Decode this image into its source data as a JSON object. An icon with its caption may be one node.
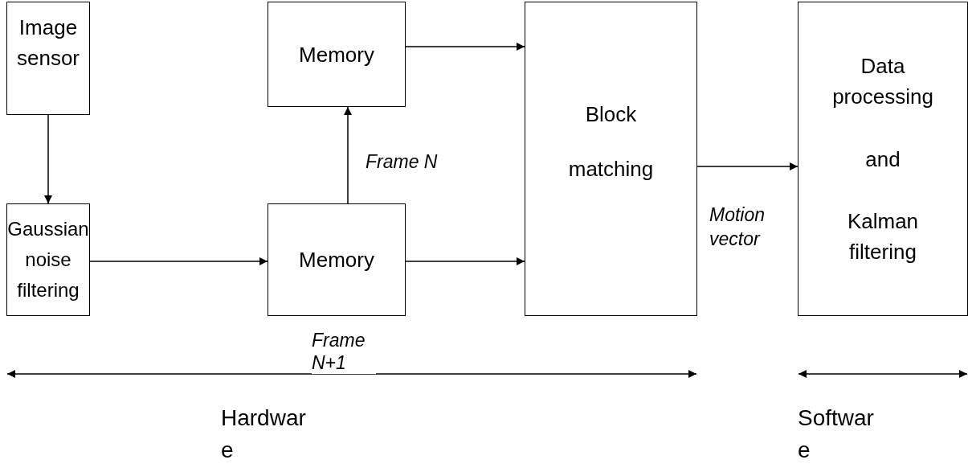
{
  "diagram": {
    "nodes": [
      {
        "text": [
          "Image sensor"
        ]
      },
      {
        "text": [
          "Gaussian noise filtering"
        ]
      },
      {
        "text": [
          "Memory"
        ]
      },
      {
        "text": [
          "Memory"
        ],
        "beside": [
          "Frame N+1"
        ]
      },
      {
        "text": [
          "Block matching"
        ]
      },
      {
        "text": [
          "Data processing",
          "and",
          "Kalman filtering"
        ]
      }
    ],
    "edges": [
      {
        "from": 0,
        "to": 1,
        "arrow": "to"
      },
      {
        "from": 1,
        "to": 3,
        "arrow": "to"
      },
      {
        "from": 3,
        "to": 2,
        "arrow": "to",
        "label": "Frame N"
      },
      {
        "from": 2,
        "to": 4,
        "arrow": "to"
      },
      {
        "from": 3,
        "to": 4,
        "arrow": "to"
      },
      {
        "from": 4,
        "to": 5,
        "arrow": "to",
        "label": "Motion vector"
      }
    ],
    "labels": [
      "Hardware",
      "Software"
    ]
  }
}
